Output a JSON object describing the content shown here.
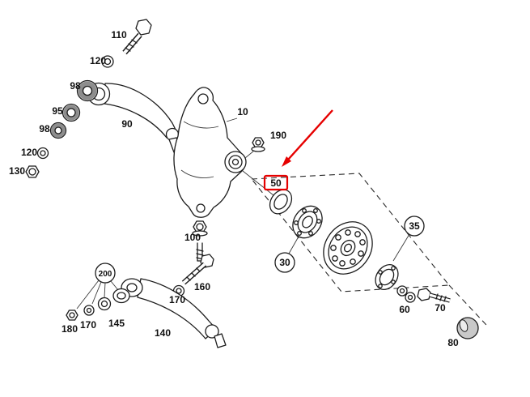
{
  "diagram": {
    "type": "exploded-parts-diagram",
    "background_color": "#ffffff",
    "line_color": "#1c1c1c",
    "highlight_color": "#e60000",
    "highlighted_label": "50",
    "labels": {
      "p10": "10",
      "p30": "30",
      "p35": "35",
      "p50": "50",
      "p60": "60",
      "p70": "70",
      "p80": "80",
      "p90": "90",
      "p95": "95",
      "p98a": "98",
      "p98b": "98",
      "p100": "100",
      "p110": "110",
      "p120a": "120",
      "p120b": "120",
      "p130": "130",
      "p140": "140",
      "p145": "145",
      "p160": "160",
      "p170a": "170",
      "p170b": "170",
      "p180": "180",
      "p190": "190",
      "p200": "200"
    }
  }
}
